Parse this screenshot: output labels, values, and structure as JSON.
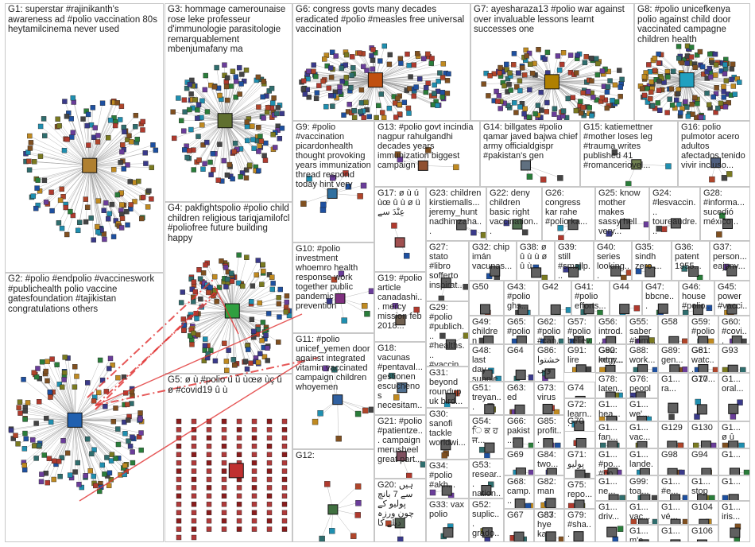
{
  "graph_title": "",
  "groups": [
    {
      "id": "G1",
      "text": "G1: superstar #rajinikanth's awareness ad #polio vaccination 80s heytamilcinema never used",
      "density": 1,
      "hub": "#b08030"
    },
    {
      "id": "G2",
      "text": "G2: #polio #endpolio #vaccineswork #publichealth polio vaccine gatesfoundation #tajikistan congratulations others",
      "density": 1,
      "hub": "#2060b0"
    },
    {
      "id": "G3",
      "text": "G3: hommage camerounaise rose leke professeur d'immunologie parasitologie remarquablement mbenjumafany ma",
      "density": 1,
      "hub": "#607030"
    },
    {
      "id": "G4",
      "text": "G4: pakfightspolio #polio child children religious tariqjamilofcl #poliofree future building happy",
      "density": 1,
      "hub": "#30a040"
    },
    {
      "id": "G5",
      "text": "G5: ø ù #polio ú û ùœø ùç û ø #covid19 û ù",
      "density": 0.6,
      "hub": "#c03030"
    },
    {
      "id": "G6",
      "text": "G6: congress govts many decades eradicated #polio #measles free universal vaccination",
      "density": 1,
      "hub": "#c05010"
    },
    {
      "id": "G7",
      "text": "G7: ayesharaza13 #polio war against over invaluable lessons learnt successes one",
      "density": 1,
      "hub": "#b08000"
    },
    {
      "id": "G8",
      "text": "G8: #polio unicefkenya polio against child door vaccinated campagne children health",
      "density": 1,
      "hub": "#20a0c0"
    },
    {
      "id": "G9",
      "text": "G9: #polio #vaccination picardonhealth thought provoking years immunization thread respond today hint very",
      "density": 0.5,
      "hub": "#3070a0"
    },
    {
      "id": "G10",
      "text": "G10: #polio investment whoemro health response work together public pandemic prevention",
      "density": 0.5,
      "hub": "#803080"
    },
    {
      "id": "G11",
      "text": "G11: #polio unicef_yemen door against integrated vitamin vaccinated campaign children whoyemen",
      "density": 0.5,
      "hub": "#3060a0"
    },
    {
      "id": "G12",
      "text": "G12:",
      "density": 0.5,
      "hub": "#407040"
    },
    {
      "id": "G13",
      "text": "G13: #polio govt incindia nagpur rahulgandhi decades years immunization biggest campaign",
      "density": 0.3,
      "hub": "#905030"
    },
    {
      "id": "G14",
      "text": "G14: billgates #polio qamar javed bajwa chief army officialdgispr #pakistan's gen",
      "density": 0.3,
      "hub": "#607080"
    },
    {
      "id": "G15",
      "text": "G15: katiemettner #mother loses leg #trauma writes published 41 #romanceriovel...",
      "density": 0.3,
      "hub": "#708050"
    },
    {
      "id": "G16",
      "text": "G16: polio pulmotor acero adultos afectados tenido vivir incluso...",
      "density": 0.3,
      "hub": "#506080"
    },
    {
      "id": "G17",
      "text": "G17: ø ù ú ùœ û ù ø ü عِنْدَ سے",
      "density": 0.3,
      "hub": "#a05050"
    },
    {
      "id": "G18",
      "text": "G18: vacunas #pentaval... gestionen escuchenos necesitam...",
      "density": 0.3,
      "hub": "#507090"
    },
    {
      "id": "G19",
      "text": "G19: #polio article canadashi... mercy mission feb 2018...",
      "density": 0.3,
      "hub": "#706050"
    },
    {
      "id": "G20",
      "text": "G20: ہیں سے 7 بانچ پولیو کے چون ورزہ دیلے کا",
      "density": 0.3,
      "hub": "#506050"
    },
    {
      "id": "G21",
      "text": "G21: #polio #patientze... campaign merusheel great part...",
      "density": 0.3,
      "hub": "#805060"
    },
    {
      "id": "G22",
      "text": "G22: deny children basic right vaccination...",
      "density": 0.3,
      "hub": "#507050"
    },
    {
      "id": "G23",
      "text": "G23: children kirstiemalls... jeremy_hunt nadhimzaha...",
      "density": 0.3,
      "hub": "#606060"
    },
    {
      "id": "G24",
      "text": "G24: #lesvaccin... toureaudre...",
      "density": 0.3,
      "hub": "#606060"
    },
    {
      "id": "G25",
      "text": "G25: know mother makes sassy hell very...",
      "density": 0.3,
      "hub": "#606060"
    },
    {
      "id": "G26",
      "text": "G26: congress kar rahe #polio ka...",
      "density": 0.3,
      "hub": "#606060"
    },
    {
      "id": "G27",
      "text": "G27: stato #libro sofferto inspirat...",
      "density": 0.3,
      "hub": "#606060"
    },
    {
      "id": "G28",
      "text": "G28: #informa... sucedió méxico...",
      "density": 0.3,
      "hub": "#606060"
    },
    {
      "id": "G29",
      "text": "G29: #polio #publich... #healths... #vaccin...",
      "density": 0.3,
      "hub": "#606060"
    },
    {
      "id": "G30",
      "text": "G30: sanofi tackle worldwi...",
      "density": 0.3,
      "hub": "#606060"
    },
    {
      "id": "G31",
      "text": "G31: beyond roundup uk bird...",
      "density": 0.3,
      "hub": "#606060"
    },
    {
      "id": "G32",
      "text": "G32: chip imán vacunas...",
      "density": 0.3,
      "hub": "#606060"
    },
    {
      "id": "G33",
      "text": "G33: vax polio",
      "density": 0.3,
      "hub": "#606060"
    },
    {
      "id": "G34",
      "text": "G34: #polio #akh...",
      "density": 0.3,
      "hub": "#606060"
    },
    {
      "id": "G35",
      "text": "G35: sindh zero ...",
      "density": 0.3,
      "hub": "#606060"
    },
    {
      "id": "G36",
      "text": "G36: patent 1955...",
      "density": 0.3,
      "hub": "#606060"
    },
    {
      "id": "G37",
      "text": "G37: person... eajpnv...",
      "density": 0.3,
      "hub": "#606060"
    },
    {
      "id": "G38",
      "text": "G38: ø û ù ù ø û ù",
      "density": 0.3,
      "hub": "#606060"
    },
    {
      "id": "G39",
      "text": "G39: still #smallp... gone...",
      "density": 0.3,
      "hub": "#606060"
    },
    {
      "id": "G40",
      "text": "G40: series looking...",
      "density": 0.3,
      "hub": "#606060"
    },
    {
      "id": "G41",
      "text": "G41: #polio efforts...",
      "density": 0.3,
      "hub": "#606060"
    },
    {
      "id": "G42",
      "text": "G42",
      "density": 0.3,
      "hub": "#606060"
    },
    {
      "id": "G43",
      "text": "G43: #polio ghs...",
      "density": 0.3,
      "hub": "#606060"
    },
    {
      "id": "G44",
      "text": "G44",
      "density": 0.3,
      "hub": "#606060"
    },
    {
      "id": "G45",
      "text": "G45: power #vacci...",
      "density": 0.3,
      "hub": "#606060"
    },
    {
      "id": "G46",
      "text": "G46: house #polio...",
      "density": 0.3,
      "hub": "#606060"
    },
    {
      "id": "G47",
      "text": "G47: bbcne...",
      "density": 0.3,
      "hub": "#606060"
    },
    {
      "id": "G48",
      "text": "G48: last day supple...",
      "density": 0.3,
      "hub": "#606060"
    },
    {
      "id": "G49",
      "text": "G49: children #polio...",
      "density": 0.3,
      "hub": "#606060"
    },
    {
      "id": "G50",
      "text": "G50",
      "density": 0.3,
      "hub": "#606060"
    },
    {
      "id": "G51",
      "text": "G51: treyan...",
      "density": 0.3,
      "hub": "#606060"
    },
    {
      "id": "G52",
      "text": "G52: suplic... grado...",
      "density": 0.3,
      "hub": "#606060"
    },
    {
      "id": "G53",
      "text": "G53: resear... nation...",
      "density": 0.3,
      "hub": "#606060"
    },
    {
      "id": "G54",
      "text": "G54: ਿ ਕ ਹ ਜ...",
      "density": 0.3,
      "hub": "#606060"
    },
    {
      "id": "G55",
      "text": "G55: saber #inm...",
      "density": 0.3,
      "hub": "#606060"
    },
    {
      "id": "G56",
      "text": "G56: introd... 1995...",
      "density": 0.3,
      "hub": "#606060"
    },
    {
      "id": "G57",
      "text": "G57: #polio believ...",
      "density": 0.3,
      "hub": "#606060"
    },
    {
      "id": "G58",
      "text": "G58",
      "density": 0.3,
      "hub": "#606060"
    },
    {
      "id": "G59",
      "text": "G59: #polio",
      "density": 0.3,
      "hub": "#606060"
    },
    {
      "id": "G60",
      "text": "G60: #covi... cdcof...",
      "density": 0.3,
      "hub": "#606060"
    },
    {
      "id": "G61",
      "text": "G61",
      "density": 0.3,
      "hub": "#606060"
    },
    {
      "id": "G62",
      "text": "G62: #polio #can...",
      "density": 0.3,
      "hub": "#606060"
    },
    {
      "id": "G63",
      "text": "G63: ed",
      "density": 0.3,
      "hub": "#606060"
    },
    {
      "id": "G64",
      "text": "G64",
      "density": 0.3,
      "hub": "#606060"
    },
    {
      "id": "G65",
      "text": "G65: #polio",
      "density": 0.3,
      "hub": "#606060"
    },
    {
      "id": "G66",
      "text": "G66: pakist...",
      "density": 0.3,
      "hub": "#606060"
    },
    {
      "id": "G67",
      "text": "G67",
      "density": 0.3,
      "hub": "#606060"
    },
    {
      "id": "G68",
      "text": "G68: camp...",
      "density": 0.3,
      "hub": "#606060"
    },
    {
      "id": "G69",
      "text": "G69",
      "density": 0.3,
      "hub": "#606060"
    },
    {
      "id": "G70",
      "text": "G70",
      "density": 0.3,
      "hub": "#606060"
    },
    {
      "id": "G71",
      "text": "G71: پولیو",
      "density": 0.3,
      "hub": "#606060"
    },
    {
      "id": "G72",
      "text": "G72: learn...",
      "density": 0.3,
      "hub": "#606060"
    },
    {
      "id": "G73",
      "text": "G73: virus",
      "density": 0.3,
      "hub": "#606060"
    },
    {
      "id": "G74",
      "text": "G74",
      "density": 0.3,
      "hub": "#606060"
    },
    {
      "id": "G75",
      "text": "G75: repo...",
      "density": 0.3,
      "hub": "#606060"
    },
    {
      "id": "G76",
      "text": "G76: people...",
      "density": 0.3,
      "hub": "#606060"
    },
    {
      "id": "G77",
      "text": "G77",
      "density": 0.3,
      "hub": "#606060"
    },
    {
      "id": "G78",
      "text": "G78: laten...",
      "density": 0.3,
      "hub": "#606060"
    },
    {
      "id": "G79",
      "text": "G79: #sha...",
      "density": 0.3,
      "hub": "#606060"
    },
    {
      "id": "G80",
      "text": "G80",
      "density": 0.3,
      "hub": "#606060"
    },
    {
      "id": "G81",
      "text": "G81: watc...",
      "density": 0.3,
      "hub": "#606060"
    },
    {
      "id": "G82",
      "text": "G82: man",
      "density": 0.3,
      "hub": "#606060"
    },
    {
      "id": "G83",
      "text": "G83",
      "density": 0.3,
      "hub": "#606060"
    },
    {
      "id": "G84",
      "text": "G84: two...",
      "density": 0.3,
      "hub": "#606060"
    },
    {
      "id": "G85",
      "text": "G85: profit...",
      "density": 0.3,
      "hub": "#606060"
    },
    {
      "id": "G86",
      "text": "G86: خشتواوبی",
      "density": 0.3,
      "hub": "#606060"
    },
    {
      "id": "G87",
      "text": "G87: hye ka",
      "density": 0.3,
      "hub": "#606060"
    },
    {
      "id": "G88",
      "text": "G88: work...",
      "density": 0.3,
      "hub": "#606060"
    },
    {
      "id": "G89",
      "text": "G89: gen...",
      "density": 0.3,
      "hub": "#606060"
    },
    {
      "id": "G90",
      "text": "G90: mtgr...",
      "density": 0.3,
      "hub": "#606060"
    },
    {
      "id": "G91",
      "text": "G91: lire",
      "density": 0.3,
      "hub": "#606060"
    },
    {
      "id": "G92",
      "text": "G92: keny...",
      "density": 0.3,
      "hub": "#606060"
    },
    {
      "id": "G93",
      "text": "G93",
      "density": 0.3,
      "hub": "#606060"
    },
    {
      "id": "G94",
      "text": "G94",
      "density": 0.3,
      "hub": "#606060"
    },
    {
      "id": "G98",
      "text": "G98",
      "density": 0.3,
      "hub": "#606060"
    },
    {
      "id": "G99",
      "text": "G99: toa...",
      "density": 0.3,
      "hub": "#606060"
    },
    {
      "id": "G104",
      "text": "G104",
      "density": 0.3,
      "hub": "#606060"
    },
    {
      "id": "G106",
      "text": "G106",
      "density": 0.3,
      "hub": "#606060"
    },
    {
      "id": "G129",
      "text": "G129",
      "density": 0.3,
      "hub": "#606060"
    },
    {
      "id": "G130",
      "text": "G130",
      "density": 0.3,
      "hub": "#606060"
    },
    {
      "id": "S1",
      "text": "G1... oral...",
      "density": 0.3,
      "hub": "#606060"
    },
    {
      "id": "S2",
      "text": "G1... hea...",
      "density": 0.3,
      "hub": "#606060"
    },
    {
      "id": "S3",
      "text": "G1... fan...",
      "density": 0.3,
      "hub": "#606060"
    },
    {
      "id": "S4",
      "text": "G1... #po... #po...",
      "density": 0.3,
      "hub": "#606060"
    },
    {
      "id": "S5",
      "text": "G1... ne...",
      "density": 0.3,
      "hub": "#606060"
    },
    {
      "id": "S6",
      "text": "G1... vac...",
      "density": 0.3,
      "hub": "#606060"
    },
    {
      "id": "S7",
      "text": "G1... driv...",
      "density": 0.3,
      "hub": "#606060"
    },
    {
      "id": "S8",
      "text": "G1... vac...",
      "density": 0.3,
      "hub": "#606060"
    },
    {
      "id": "S9",
      "text": "G1... #e...",
      "density": 0.3,
      "hub": "#606060"
    },
    {
      "id": "S10",
      "text": "G1... stop",
      "density": 0.3,
      "hub": "#606060"
    },
    {
      "id": "S11",
      "text": "G1... vé...",
      "density": 0.3,
      "hub": "#606060"
    },
    {
      "id": "S12",
      "text": "G1... iris...",
      "density": 0.3,
      "hub": "#606060"
    },
    {
      "id": "S13",
      "text": "G1... we'...",
      "density": 0.3,
      "hub": "#606060"
    },
    {
      "id": "S14",
      "text": "G1... lande...",
      "density": 0.3,
      "hub": "#606060"
    },
    {
      "id": "S15",
      "text": "G1... m'e...",
      "density": 0.3,
      "hub": "#606060"
    },
    {
      "id": "S16",
      "text": "G1... ra...",
      "density": 0.3,
      "hub": "#606060"
    },
    {
      "id": "S17",
      "text": "G1... ø û",
      "density": 0.3,
      "hub": "#606060"
    },
    {
      "id": "S18",
      "text": "G1...",
      "density": 0.3,
      "hub": "#606060"
    },
    {
      "id": "S19",
      "text": "G1...",
      "density": 0.3,
      "hub": "#606060"
    },
    {
      "id": "S20",
      "text": "G1...",
      "density": 0.3,
      "hub": "#606060"
    },
    {
      "id": "S21",
      "text": "G10...",
      "density": 0.3,
      "hub": "#606060"
    }
  ],
  "palette": {
    "edge": "#9a9a9a",
    "cross_edge": "#e03030",
    "border": "#c8c8c8"
  }
}
